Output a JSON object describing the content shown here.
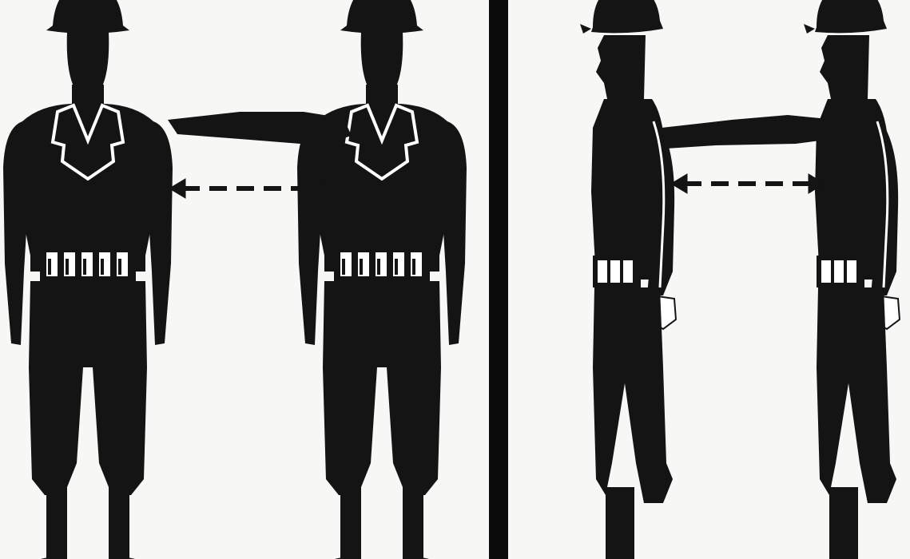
{
  "figure": {
    "panels": [
      {
        "view": "front",
        "figures": 2,
        "measurement_arrow": true
      },
      {
        "view": "side",
        "figures": 2,
        "measurement_arrow": true
      }
    ],
    "colors": {
      "silhouette": "#141414",
      "background": "#f7f7f5",
      "divider": "#0b0b0b",
      "outline": "#ffffff"
    }
  }
}
